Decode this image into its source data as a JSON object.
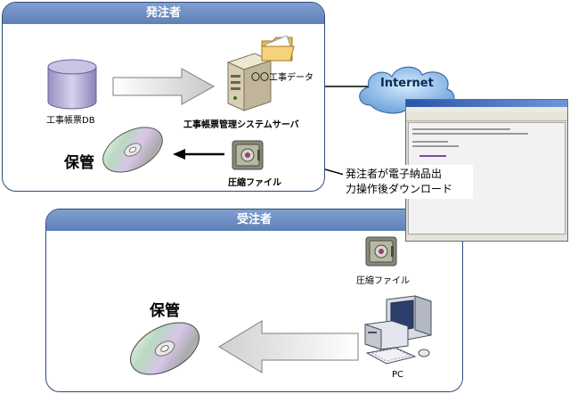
{
  "orderer": {
    "title": "発注者",
    "db_label": "工事帳票DB",
    "server_label": "工事帳票管理システムサーバ",
    "data_label": "〇〇工事データ",
    "archive_label": "圧縮ファイル",
    "storage_label": "保管"
  },
  "network": {
    "internet_label": "Internet"
  },
  "download_note": {
    "line1": "発注者が電子納品出",
    "line2": "力操作後ダウンロード"
  },
  "contractor": {
    "title": "受注者",
    "archive_label": "圧縮ファイル",
    "storage_label": "保管",
    "pc_label": "PC"
  },
  "icons": [
    "database-icon",
    "server-icon",
    "folder-icon",
    "cd-icon",
    "safe-icon",
    "cloud-icon",
    "pc-icon",
    "arrow-icon"
  ],
  "colors": {
    "panel_header": "#6f90c6",
    "panel_border": "#2f4a7a",
    "cloud": "#8bb8e8"
  }
}
